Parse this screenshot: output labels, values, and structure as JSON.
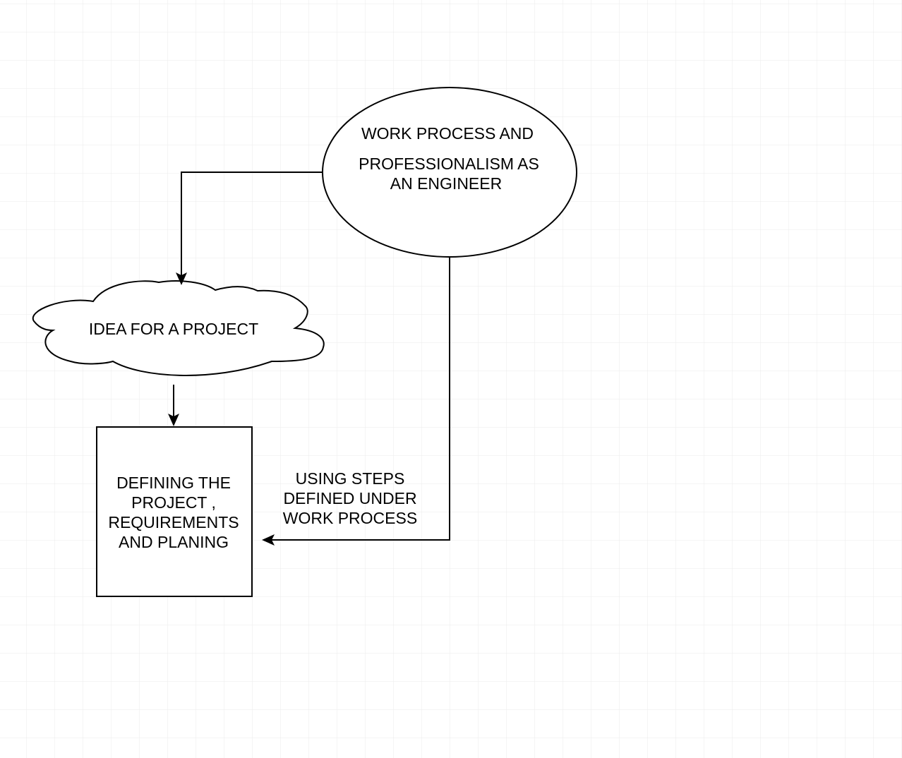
{
  "diagram": {
    "ellipse": {
      "lines": [
        "WORK PROCESS AND",
        "PROFESSIONALISM AS",
        "AN ENGINEER"
      ]
    },
    "cloud": {
      "label": "IDEA FOR A PROJECT"
    },
    "box": {
      "lines": [
        "DEFINING THE",
        "PROJECT ,",
        "REQUIREMENTS",
        "AND PLANING"
      ]
    },
    "edge_label": {
      "lines": [
        "USING STEPS",
        "DEFINED UNDER",
        "WORK PROCESS"
      ]
    }
  },
  "colors": {
    "grid": "#ebebeb",
    "stroke": "#000000",
    "background": "#ffffff"
  }
}
